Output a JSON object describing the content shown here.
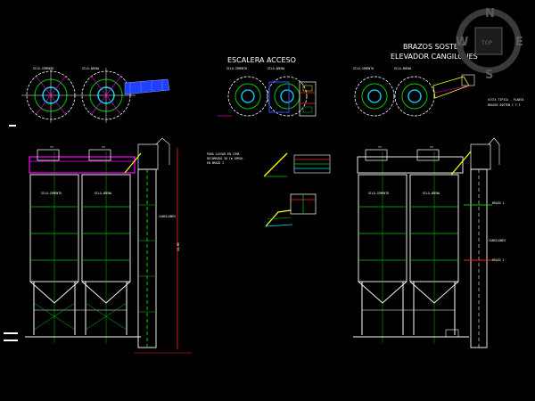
{
  "titles": {
    "stair": "ESCALERA ACCESO",
    "arms_line1": "BRAZOS SOSTEN",
    "arms_line2": "ELEVADOR CANGILONES"
  },
  "plan_labels": {
    "silo_cemento": "SILO-CEMENTO",
    "silo_arena": "SILO-ARENA"
  },
  "elevation_labels": {
    "silo_cemento": "SILO-CEMENTO",
    "silo_arena": "SILO-ARENA",
    "cangilones_left": "CANGILONES",
    "dim_vertical": "14,00",
    "brazo1": "BRAZO 1",
    "cangilones_right": "CANGILONES",
    "brazo2": "BRAZO 2"
  },
  "notes": {
    "lower_note_l1": "PARA LLEGAR EN CIMA",
    "lower_note_l2": "RECORRIDO 30 Cm APROX.",
    "lower_note_l3": "EN BRAZO 2",
    "plan_note_l1": "VISTA TIPICA - PLANTA",
    "plan_note_l2": "BRAZOS SOSTEN 1 Y 2"
  },
  "viewcube": {
    "face": "TOP",
    "north": "N",
    "south": "S",
    "west": "W",
    "east": "E"
  },
  "colors": {
    "background": "#000000",
    "line": "#ffffff",
    "green": "#00c800",
    "magenta": "#ff00ff",
    "blue": "#3050ff",
    "cyan": "#00e0ff",
    "red": "#ff2020",
    "yellow": "#ffff00"
  }
}
